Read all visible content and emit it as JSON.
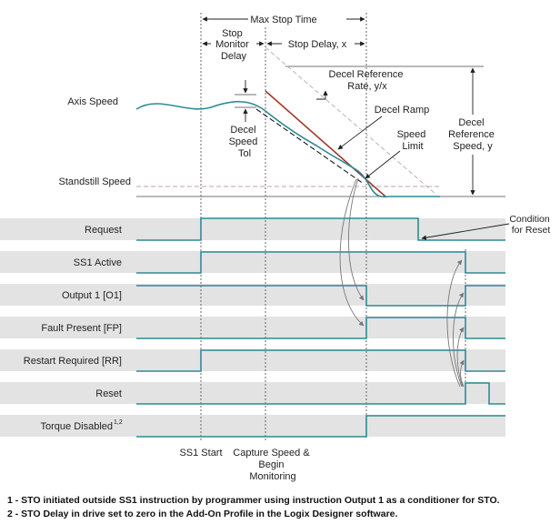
{
  "colors": {
    "signal": "#2e8a94",
    "band": "#e3e3e3",
    "decel_ramp": "#a0392b",
    "speed_limit": "#1a1a1a",
    "decel_reference": "#b5b5b5",
    "standstill": "#c9a0a0",
    "marker": "#1f1f1f"
  },
  "timing": {
    "max_stop_time": "Max Stop Time",
    "stop_monitor_delay": [
      "Stop",
      "Monitor",
      "Delay"
    ],
    "stop_delay": "Stop Delay, x"
  },
  "speed_plot": {
    "axis_speed": "Axis Speed",
    "standstill_speed": "Standstill Speed",
    "decel_speed_tol": [
      "Decel",
      "Speed",
      "Tol"
    ],
    "decel_reference_rate": [
      "Decel Reference",
      "Rate, y/x"
    ],
    "decel_ramp": "Decel Ramp",
    "speed_limit": [
      "Speed",
      "Limit"
    ],
    "decel_reference_speed": [
      "Decel",
      "Reference",
      "Speed, y"
    ],
    "condition_for_reset": [
      "Condition",
      "for Reset"
    ]
  },
  "signals": [
    {
      "label": "Request",
      "superscript": ""
    },
    {
      "label": "SS1 Active",
      "superscript": ""
    },
    {
      "label": "Output 1 [O1]",
      "superscript": ""
    },
    {
      "label": "Fault Present [FP]",
      "superscript": ""
    },
    {
      "label": "Restart Required [RR]",
      "superscript": ""
    },
    {
      "label": "Reset",
      "superscript": ""
    },
    {
      "label": "Torque Disabled",
      "superscript": "1,2"
    }
  ],
  "events": {
    "ss1_start": "SS1 Start",
    "capture_speed": [
      "Capture Speed &",
      "Begin",
      "Monitoring"
    ]
  },
  "notes": [
    "1 - STO initiated outside SS1 instruction by programmer using instruction Output 1 as a conditioner for STO.",
    "2 - STO Delay in drive set to zero in the Add-On Profile in the Logix Designer software."
  ]
}
